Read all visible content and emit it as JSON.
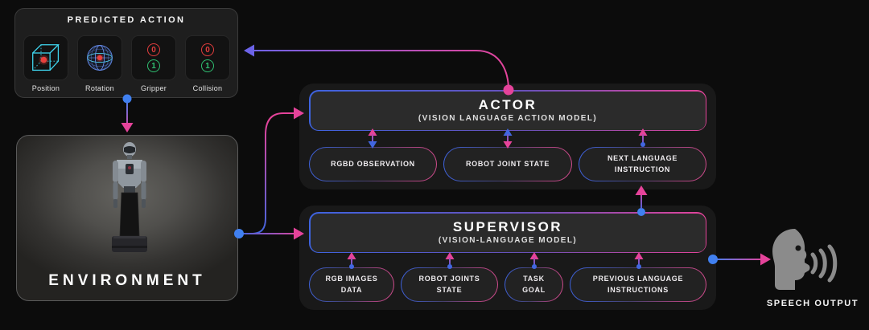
{
  "colors": {
    "accent_pink": "#e5439a",
    "accent_blue": "#4166e0",
    "dot_blue": "#4080f0",
    "arrowhead_purple": "#6c63e8",
    "cyan_wireframe": "#3fd6f0",
    "red_marker": "#e23d3d",
    "green_marker": "#2fbf71",
    "background": "#0c0c0c"
  },
  "predicted_action": {
    "title": "PREDICTED ACTION",
    "tiles": [
      {
        "label": "Position",
        "icon": "cube-wireframe-icon"
      },
      {
        "label": "Rotation",
        "icon": "sphere-wireframe-icon"
      },
      {
        "label": "Gripper",
        "values": [
          "0",
          "1"
        ]
      },
      {
        "label": "Collision",
        "values": [
          "0",
          "1"
        ]
      }
    ]
  },
  "environment": {
    "title": "ENVIRONMENT",
    "icon": "humanoid-robot-figure"
  },
  "actor": {
    "title": "ACTOR",
    "subtitle": "(VISION LANGUAGE ACTION MODEL)",
    "inputs": [
      {
        "label": "RGBD OBSERVATION"
      },
      {
        "label": "ROBOT JOINT STATE"
      },
      {
        "label": "NEXT LANGUAGE INSTRUCTION"
      }
    ]
  },
  "supervisor": {
    "title": "SUPERVISOR",
    "subtitle": "(VISION-LANGUAGE MODEL)",
    "inputs": [
      {
        "label": "RGB IMAGES DATA"
      },
      {
        "label": "ROBOT JOINTS STATE"
      },
      {
        "label": "TASK GOAL"
      },
      {
        "label": "PREVIOUS LANGUAGE INSTRUCTIONS"
      }
    ]
  },
  "speech_output": {
    "label": "SPEECH OUTPUT",
    "icon": "speaking-head-icon"
  }
}
